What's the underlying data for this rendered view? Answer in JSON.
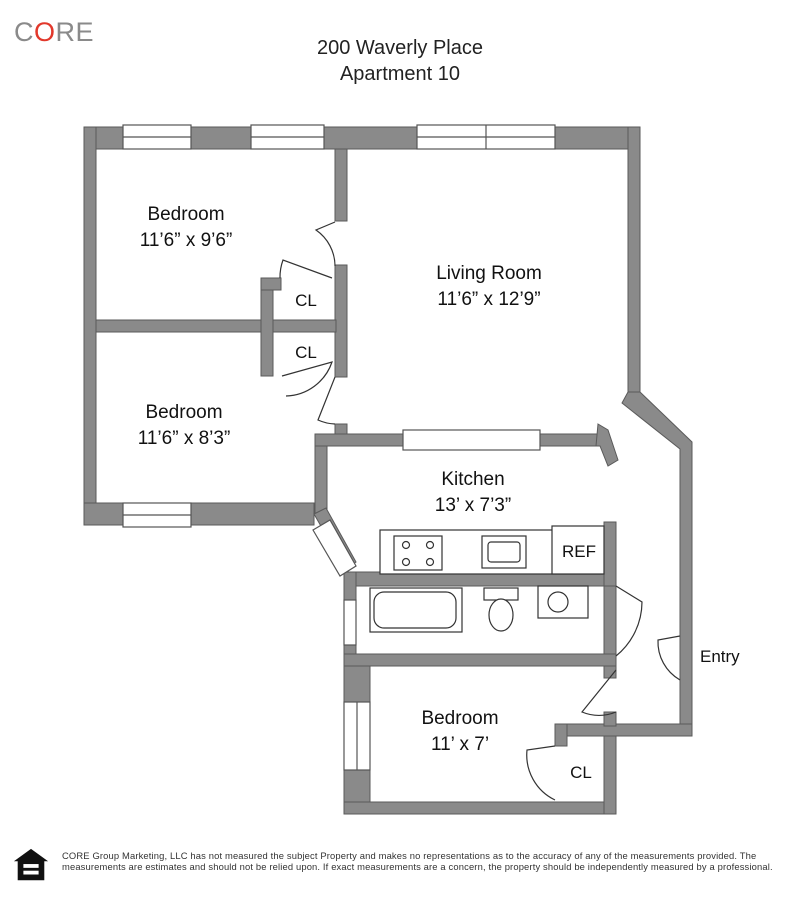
{
  "brand": {
    "logo_text_1": "C",
    "logo_text_2": "O",
    "logo_text_3": "RE",
    "accent": "#e2382b",
    "gray": "#8a8a8a"
  },
  "header": {
    "address": "200 Waverly Place",
    "unit": "Apartment 10"
  },
  "rooms": {
    "bedroom1": {
      "name": "Bedroom",
      "dims": "11’6” x 9’6”"
    },
    "bedroom2": {
      "name": "Bedroom",
      "dims": "11’6” x 8’3”"
    },
    "living": {
      "name": "Living Room",
      "dims": "11’6” x 12’9”"
    },
    "kitchen": {
      "name": "Kitchen",
      "dims": "13’ x 7’3”"
    },
    "bedroom3": {
      "name": "Bedroom",
      "dims": "11’ x 7’"
    }
  },
  "labels": {
    "closet": "CL",
    "refrigerator": "REF",
    "entry": "Entry"
  },
  "colors": {
    "wall": "#8a8a8a",
    "wall_stroke": "#555555"
  },
  "icons": {
    "fair_housing": "equal-housing-opportunity-icon"
  },
  "footer": {
    "disclaimer": "CORE Group Marketing, LLC has not measured the subject Property and makes no representations as to the accuracy of any of the measurements provided. The measurements are estimates and should not be relied upon. If exact measurements are a concern, the property should be independently measured by a professional."
  }
}
